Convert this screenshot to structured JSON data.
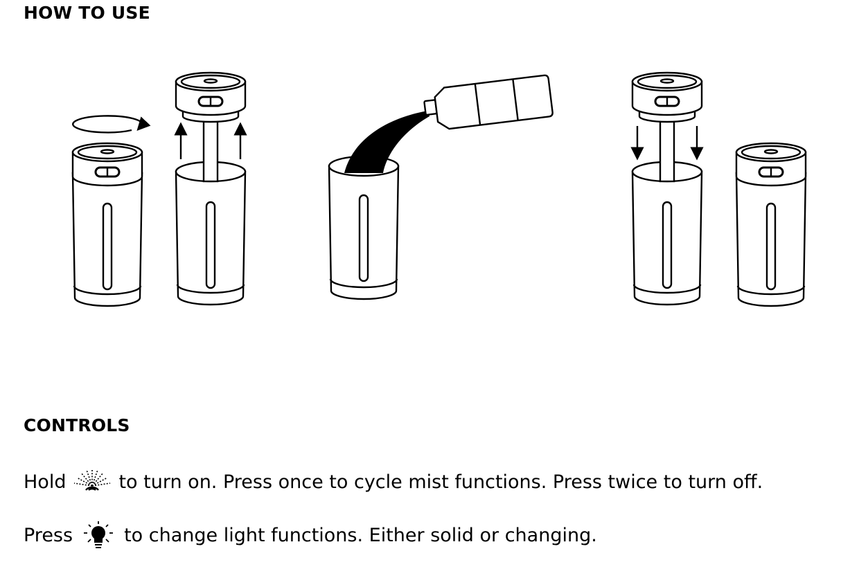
{
  "how_to_use": {
    "heading": "HOW TO USE"
  },
  "controls": {
    "heading": "CONTROLS",
    "mist": {
      "prefix": "Hold",
      "icon": "mist-icon",
      "text": "to turn on. Press once to cycle mist functions. Press twice to turn off."
    },
    "light": {
      "prefix": "Press",
      "icon": "light-bulb-icon",
      "text": "to change light functions. Either solid or changing."
    }
  }
}
